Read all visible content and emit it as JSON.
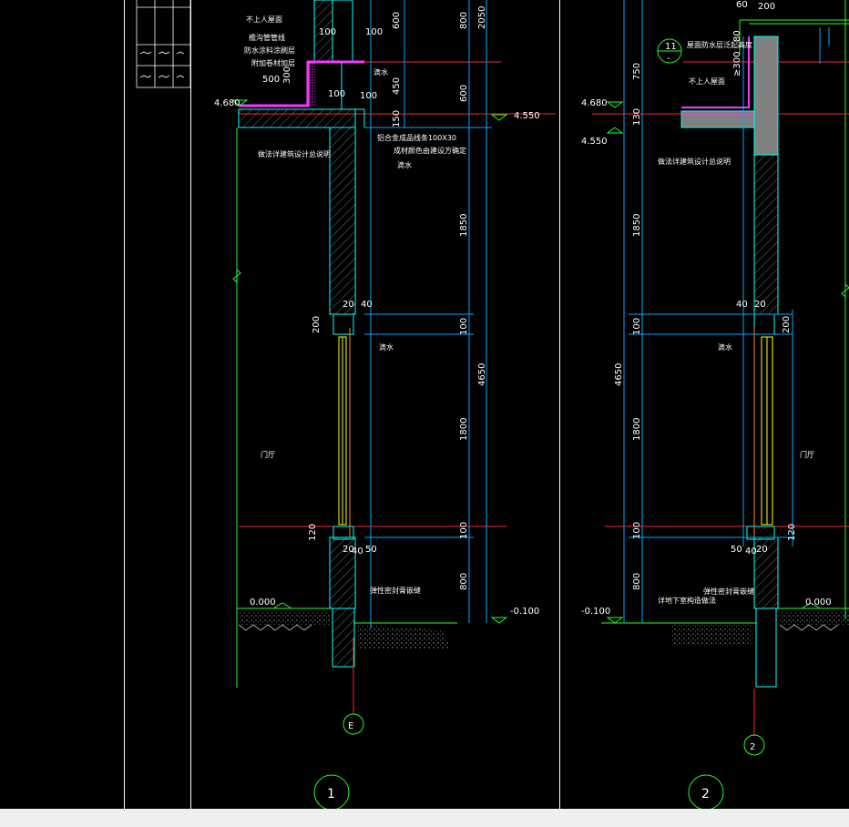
{
  "colors": {
    "background": "#000000",
    "frame": "#ffffff",
    "wall": "#00ffff",
    "dimension": "#00aaff",
    "axis_red": "#ff2222",
    "ground_green": "#22ff22",
    "waterproof_magenta": "#ff33ff",
    "window_yellow": "#ffff00",
    "window_orange": "#ff8800",
    "note_text": "#ffffff",
    "status_bar": "#efefef"
  },
  "detail_1": {
    "notes": {
      "roof": "不上人屋面",
      "gutter": "檐沟管管线",
      "waterproof": "防水涂料涂刷层",
      "additional_layer": "附加卷材加层",
      "see_spec": "做法详建筑设计总说明",
      "drip_1": "滴水",
      "drip_2": "滴水",
      "drip_3": "滴水",
      "trim": "铝合金成品线条100X30",
      "trim_color": "成材颜色由建设方确定",
      "sealant": "弹性密封膏嵌缝",
      "room": "门厅"
    },
    "dims": {
      "d500": "500",
      "d300": "300",
      "d100a": "100",
      "d100b": "100",
      "d100c": "100",
      "d100d": "100",
      "d600a": "600",
      "d450": "450",
      "d150": "150",
      "d800a": "800",
      "d600b": "600",
      "d2050": "2050",
      "d1850": "1850",
      "d100e": "100",
      "d4650": "4650",
      "d1800": "1800",
      "d100f": "100",
      "d800b": "800",
      "d200": "200",
      "d120": "120",
      "d20a": "20",
      "d40a": "40",
      "d20b": "20",
      "d40b": "40",
      "d50": "50"
    },
    "levels": {
      "l4680": "4.680",
      "l4550": "4.550",
      "l0000": "0.000",
      "lm0100": "-0.100"
    },
    "axis_label": "E",
    "title_number": "1"
  },
  "detail_2": {
    "notes": {
      "roof": "不上人屋面",
      "waterproof": "屋面防水层泛起高度",
      "see_spec": "做法详建筑设计总说明",
      "drip": "滴水",
      "ground": "详地下室构造做法",
      "sealant": "弹性密封膏嵌缝",
      "room": "门厅",
      "detail_ref": "11",
      "detail_sheet": "-"
    },
    "dims": {
      "d60": "60",
      "d200": "200",
      "d80": "80",
      "dge300": "≥300",
      "d750": "750",
      "d130": "130",
      "d1850": "1850",
      "d100a": "100",
      "d4650": "4650",
      "d1800": "1800",
      "d100b": "100",
      "d800": "800",
      "d200b": "200",
      "d120": "120",
      "d40a": "40",
      "d20a": "20",
      "d50": "50",
      "d40b": "40",
      "d20b": "20"
    },
    "levels": {
      "l4680": "4.680",
      "l4550": "4.550",
      "lm0100": "-0.100",
      "l0000": "0.000"
    },
    "axis_label": "2",
    "title_number": "2"
  }
}
